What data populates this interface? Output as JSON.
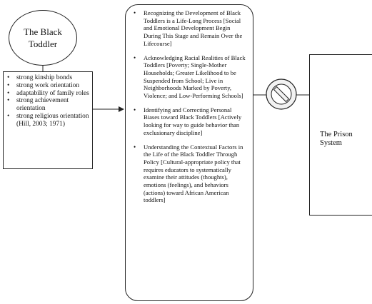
{
  "oval": {
    "title": "The Black Toddler"
  },
  "traits": {
    "items": [
      "strong kinship bonds",
      "strong work orientation",
      "adaptability of family roles",
      "strong achievement orientation",
      "strong religious orientation (Hill, 2003; 1971)"
    ]
  },
  "center": {
    "items": [
      "Recognizing the Development of Black Toddlers is a Life-Long Process [Social and Emotional Development Begin During This Stage and Remain Over the Lifecourse]",
      "Acknowledging Racial Realities of Black Toddlers [Poverty; Single-Mother Households; Greater Likelihood to be Suspended from School; Live in Neighborhoods Marked by Poverty, Violence; and Low-Performing Schools]",
      "Identifying and Correcting Personal Biases toward Black Toddlers [Actively looking for way to guide behavior than exclusionary discipline]",
      "Understanding the Contextual Factors in the Life of the Black Toddler Through Policy [Cultural-appropriate policy that requires educators to systematically examine their attitudes (thoughts), emotions (feelings), and behaviors (actions) toward African American toddlers]"
    ]
  },
  "outcome": {
    "label": "The Prison System"
  },
  "icons": {
    "prohibition": "no-entry-icon",
    "connector": "arrow-icon"
  },
  "colors": {
    "line": "#222222",
    "prohibition_fill": "#f2f2f2"
  }
}
